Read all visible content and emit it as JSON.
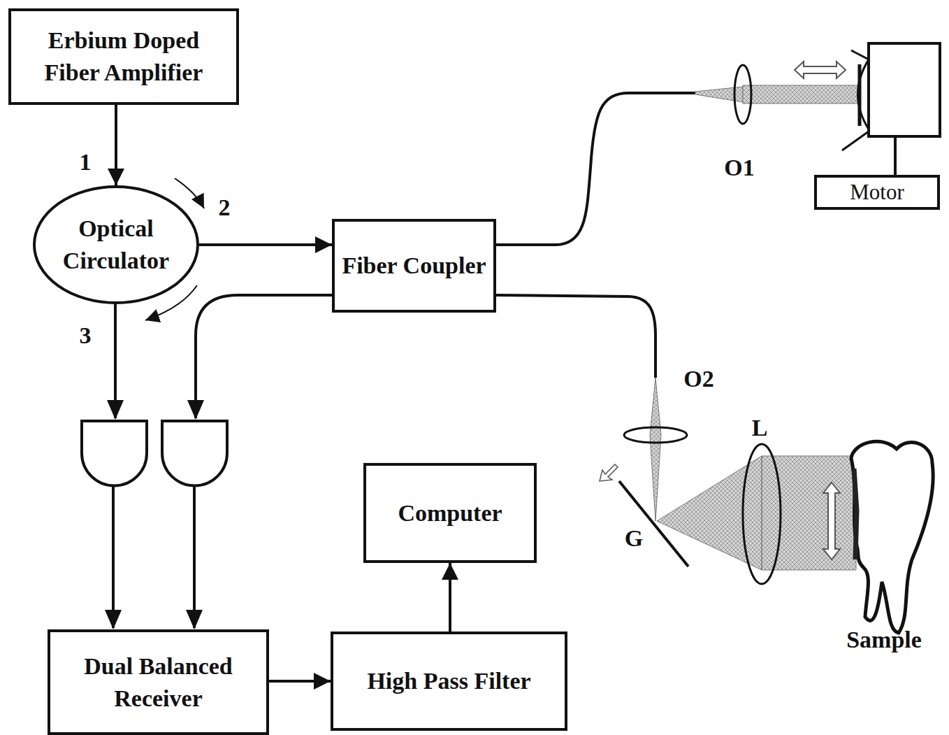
{
  "diagram": {
    "nodes": [
      {
        "text": [
          "Erbium Doped Fiber Amplifier"
        ]
      },
      {
        "text": [
          "Optical Circulator"
        ]
      },
      {
        "text": [
          "Fiber Coupler"
        ]
      },
      {
        "text": [
          "Computer"
        ]
      },
      {
        "text": [
          "Dual Balanced Receiver"
        ]
      },
      {
        "text": [
          "High Pass Filter"
        ]
      },
      {
        "text": [
          "Motor"
        ]
      }
    ],
    "edges": [
      {
        "from": 0,
        "to": 1,
        "arrow": "to"
      },
      {
        "from": 1,
        "to": 2,
        "arrow": "to"
      },
      {
        "from": 4,
        "to": 5,
        "arrow": "to"
      },
      {
        "from": 5,
        "to": 3,
        "arrow": "to"
      }
    ],
    "labels": [
      "1",
      "2",
      "3",
      "O1",
      "O2",
      "G",
      "L",
      "Sample"
    ]
  }
}
